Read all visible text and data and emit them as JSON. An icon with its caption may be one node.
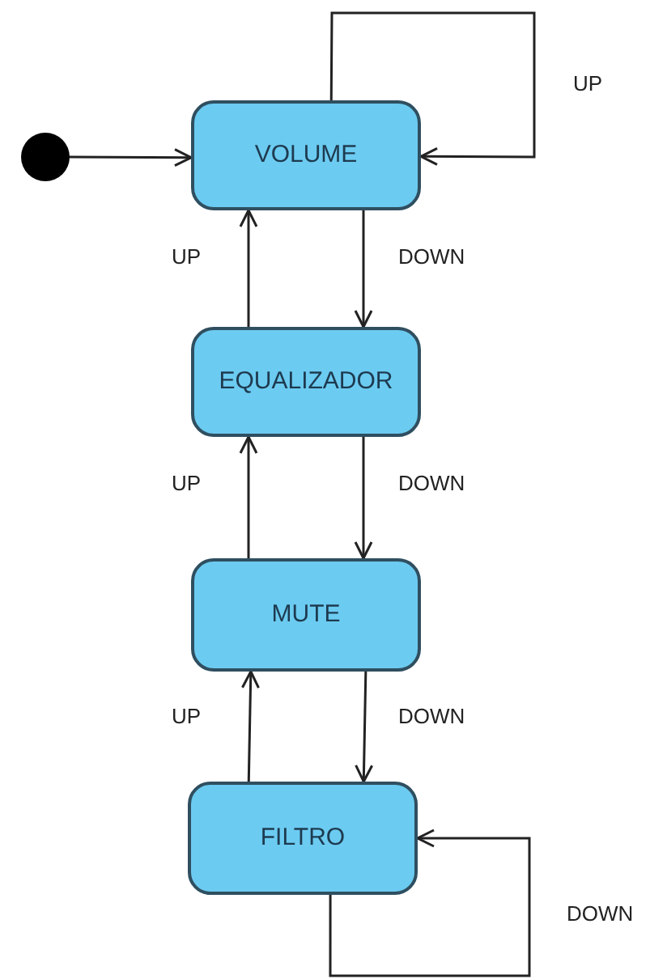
{
  "diagram": {
    "nodes": [
      {
        "text": [],
        "shape": "circle"
      },
      {
        "text": [
          "VOLUME"
        ]
      },
      {
        "text": [
          "EQUALIZADOR"
        ]
      },
      {
        "text": [
          "MUTE"
        ]
      },
      {
        "text": [
          "FILTRO"
        ]
      }
    ],
    "edges": [
      {
        "from": 0,
        "to": 1,
        "arrow": "to"
      },
      {
        "from": 1,
        "to": 1,
        "arrow": "to",
        "label": "UP"
      },
      {
        "from": 1,
        "to": 2,
        "arrow": "to",
        "label": "DOWN"
      },
      {
        "from": 2,
        "to": 1,
        "arrow": "to",
        "label": "UP"
      },
      {
        "from": 2,
        "to": 3,
        "arrow": "to",
        "label": "DOWN"
      },
      {
        "from": 3,
        "to": 2,
        "arrow": "to",
        "label": "UP"
      },
      {
        "from": 3,
        "to": 4,
        "arrow": "to",
        "label": "DOWN"
      },
      {
        "from": 4,
        "to": 3,
        "arrow": "to",
        "label": "UP"
      },
      {
        "from": 4,
        "to": 4,
        "arrow": "to",
        "label": "DOWN"
      }
    ]
  }
}
